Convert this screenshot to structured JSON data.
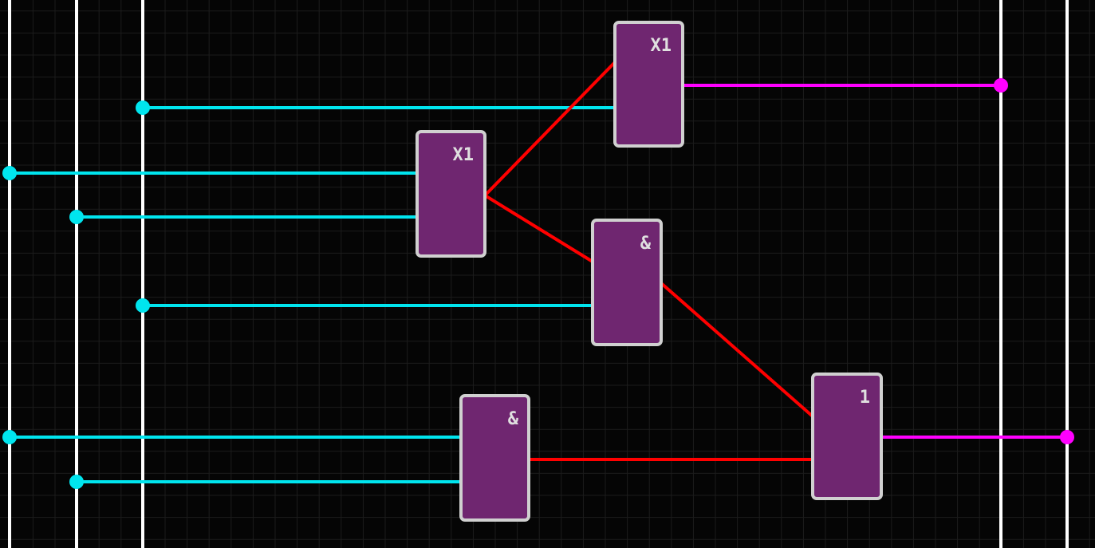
{
  "colors": {
    "background": "#050505",
    "grid": "#1c1c1c",
    "rail": "#ffffff",
    "input_wire": "#00e5ee",
    "internal_wire": "#ff0000",
    "output_wire": "#ff00ff",
    "gate_fill": "#6f2670",
    "gate_border": "#d0d0d0",
    "gate_text": "#e0e0e0"
  },
  "gates": [
    {
      "id": "xor-top",
      "kind": "xor",
      "label": "X1"
    },
    {
      "id": "xor-mid",
      "kind": "xor",
      "label": "X1"
    },
    {
      "id": "and-mid",
      "kind": "and",
      "label": "&"
    },
    {
      "id": "and-bottom",
      "kind": "and",
      "label": "&"
    },
    {
      "id": "or-out",
      "kind": "or",
      "label": "1"
    }
  ]
}
